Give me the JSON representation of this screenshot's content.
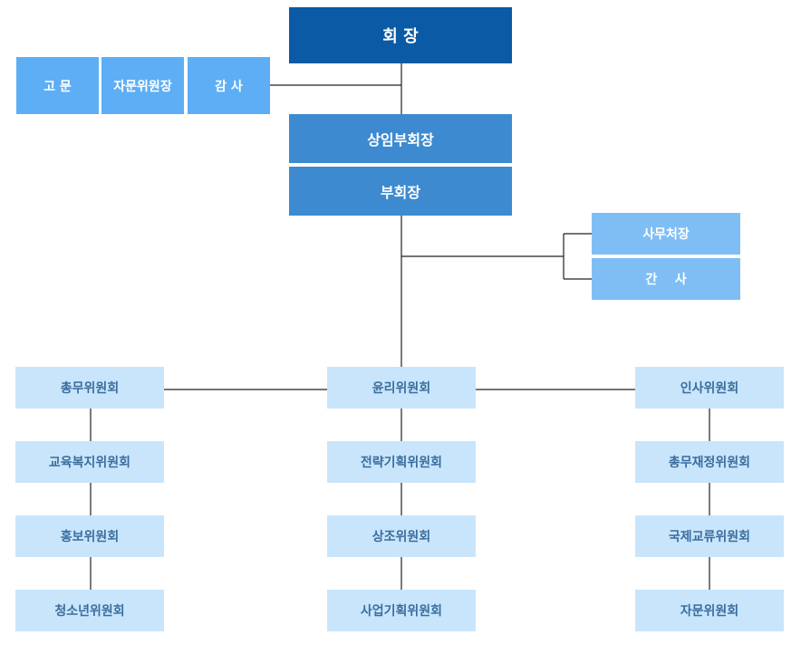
{
  "colors": {
    "chairman": "#0a5aa6",
    "vice": "#3d8ad0",
    "advisory": "#5daef5",
    "secretariat": "#7fbef5",
    "committee_bg": "#c9e5fb",
    "committee_text": "#3a6e9e",
    "line": "#222222"
  },
  "chairman": {
    "label": "회 장"
  },
  "advisory": [
    {
      "label": "고 문"
    },
    {
      "label": "자문위원장"
    },
    {
      "label": "감 사"
    }
  ],
  "vice": [
    {
      "label": "상임부회장"
    },
    {
      "label": "부회장"
    }
  ],
  "secretariat": [
    {
      "label": "사무처장"
    },
    {
      "label": "간    사"
    }
  ],
  "committees": {
    "left": [
      {
        "label": "총무위원회"
      },
      {
        "label": "교육복지위원회"
      },
      {
        "label": "홍보위원회"
      },
      {
        "label": "청소년위원회"
      }
    ],
    "center": [
      {
        "label": "윤리위원회"
      },
      {
        "label": "전략기획위원회"
      },
      {
        "label": "상조위원회"
      },
      {
        "label": "사업기획위원회"
      }
    ],
    "right": [
      {
        "label": "인사위원회"
      },
      {
        "label": "총무재정위원회"
      },
      {
        "label": "국제교류위원회"
      },
      {
        "label": "자문위원회"
      }
    ]
  }
}
